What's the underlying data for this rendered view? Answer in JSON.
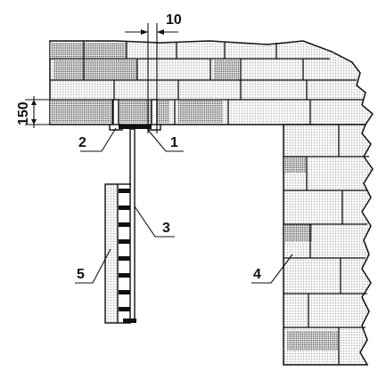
{
  "dimensions": {
    "gap_mm": "10",
    "depth_mm": "150"
  },
  "callouts": [
    {
      "id": "1",
      "label": "1"
    },
    {
      "id": "2",
      "label": "2"
    },
    {
      "id": "3",
      "label": "3"
    },
    {
      "id": "4",
      "label": "4"
    },
    {
      "id": "5",
      "label": "5"
    }
  ],
  "colors": {
    "ink": "#111111",
    "brick_fill": "#f3f3f3",
    "dot": "#777777",
    "dense_dot": "#333333"
  }
}
